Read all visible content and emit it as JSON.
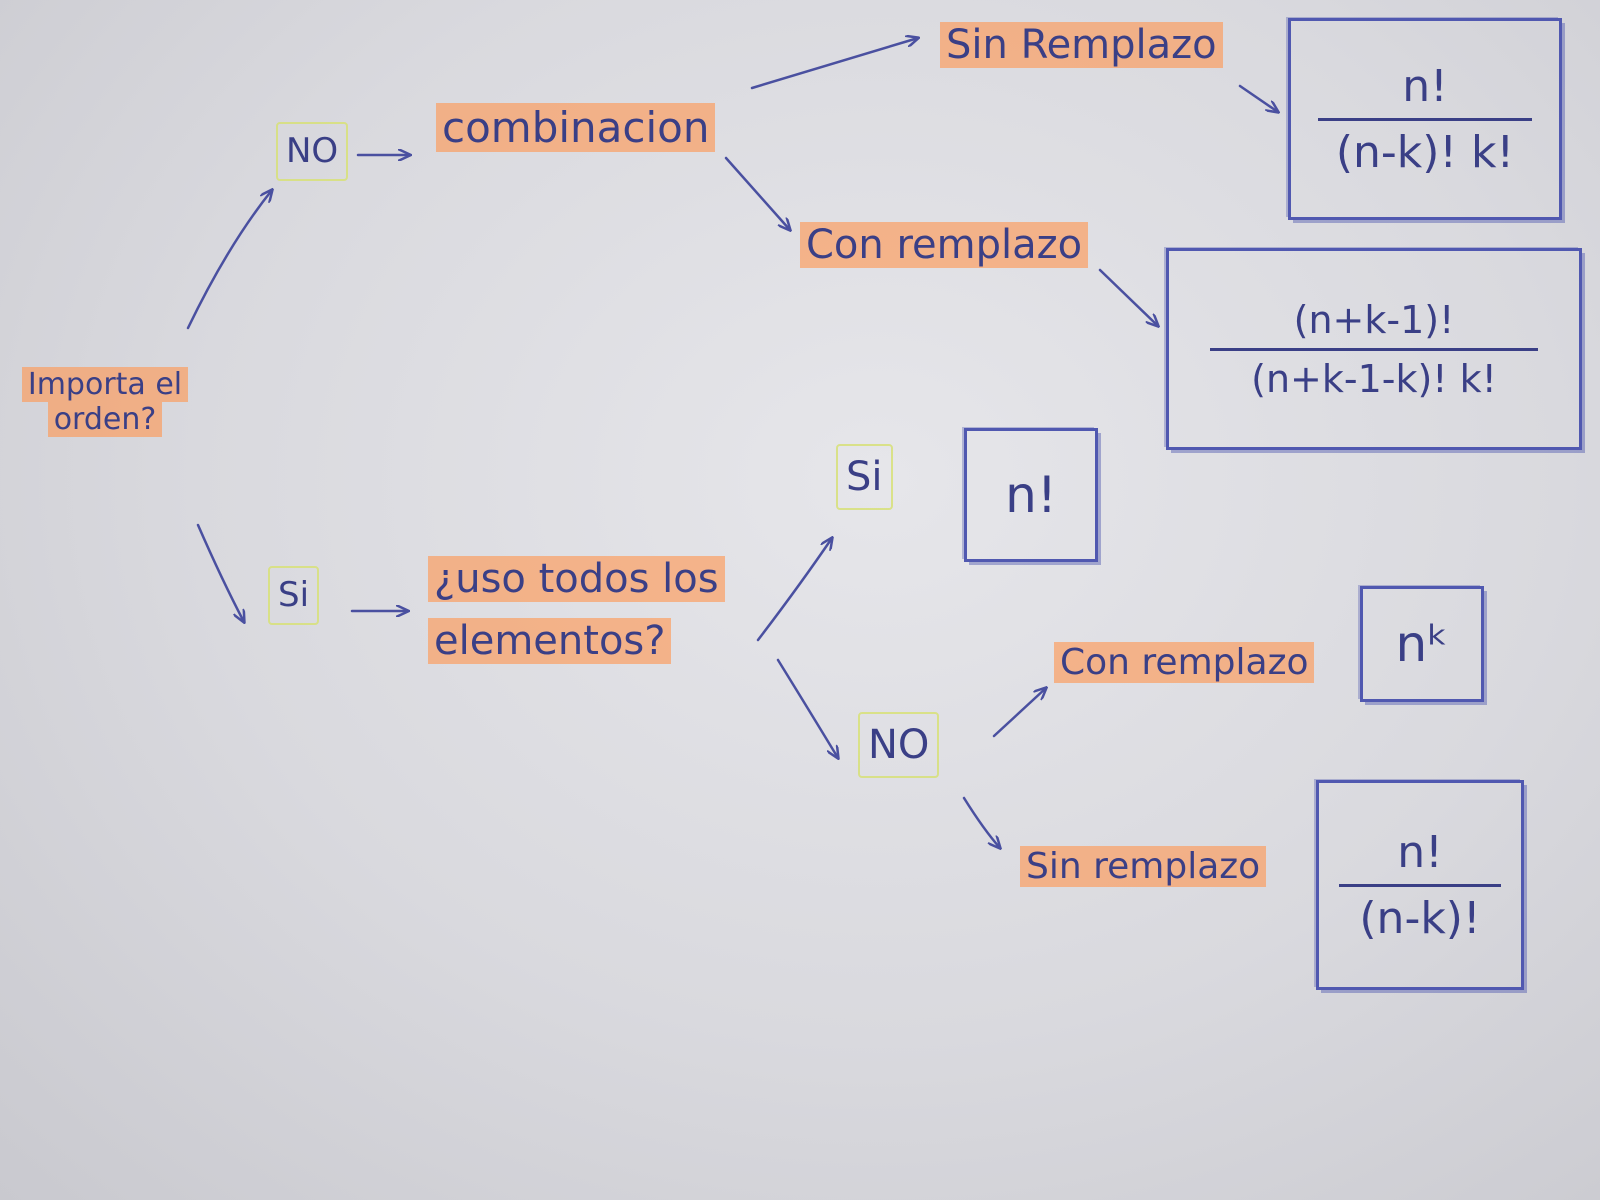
{
  "diagram": {
    "root": {
      "text": "Importa el orden?"
    },
    "branch_no": {
      "label": "NO",
      "node": "combinacion",
      "sin_remplazo": {
        "label": "Sin Remplazo",
        "formula_num": "n!",
        "formula_den": "(n-k)! k!"
      },
      "con_remplazo": {
        "label": "Con remplazo",
        "formula_num": "(n+k-1)!",
        "formula_den": "(n+k-1-k)! k!"
      }
    },
    "branch_si": {
      "label": "Si",
      "node": "¿uso todos los elementos?",
      "si": {
        "label": "Si",
        "formula": "n!"
      },
      "no": {
        "label": "NO",
        "con_remplazo": {
          "label": "Con remplazo",
          "formula": "nᵏ"
        },
        "sin_remplazo": {
          "label": "Sin remplazo",
          "formula_num": "n!",
          "formula_den": "(n-k)!"
        }
      }
    }
  },
  "colors": {
    "ink": "#3a3f86",
    "highlight": "#ff9650",
    "yellow_box": "#d7e178",
    "paper": "#dcdce0"
  }
}
